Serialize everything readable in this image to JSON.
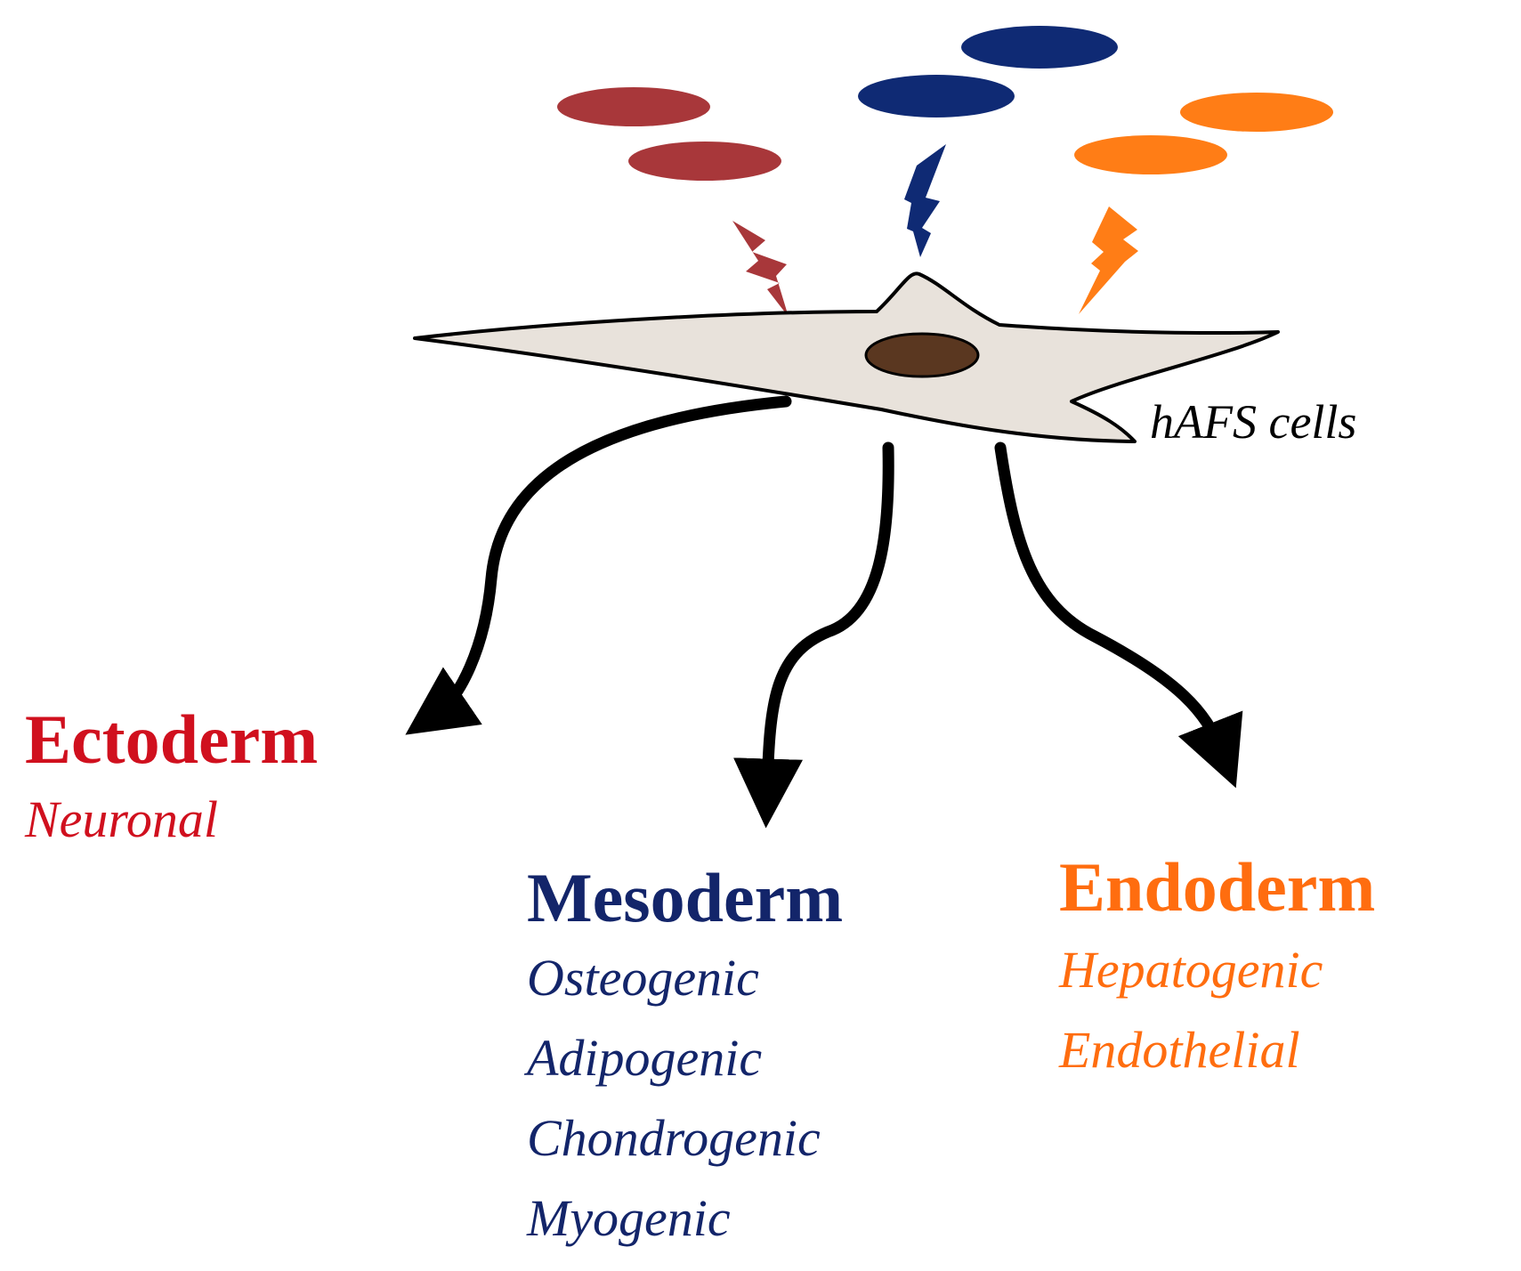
{
  "colors": {
    "ectoderm": "#d0101e",
    "mesoderm": "#13256a",
    "endoderm": "#ff6d0f",
    "signal_red": "#a8373a",
    "signal_blue": "#0f2a74",
    "signal_orange": "#ff7d16",
    "cell_body": "#e8e2db",
    "cell_outline": "#000000",
    "nucleus": "#5a3720",
    "arrow": "#000000"
  },
  "cell": {
    "label": "hAFS cells"
  },
  "lineages": {
    "ectoderm": {
      "title": "Ectoderm",
      "types": [
        "Neuronal"
      ]
    },
    "mesoderm": {
      "title": "Mesoderm",
      "types": [
        "Osteogenic",
        "Adipogenic",
        "Chondrogenic",
        "Myogenic"
      ]
    },
    "endoderm": {
      "title": "Endoderm",
      "types": [
        "Hepatogenic",
        "Endothelial"
      ]
    }
  }
}
